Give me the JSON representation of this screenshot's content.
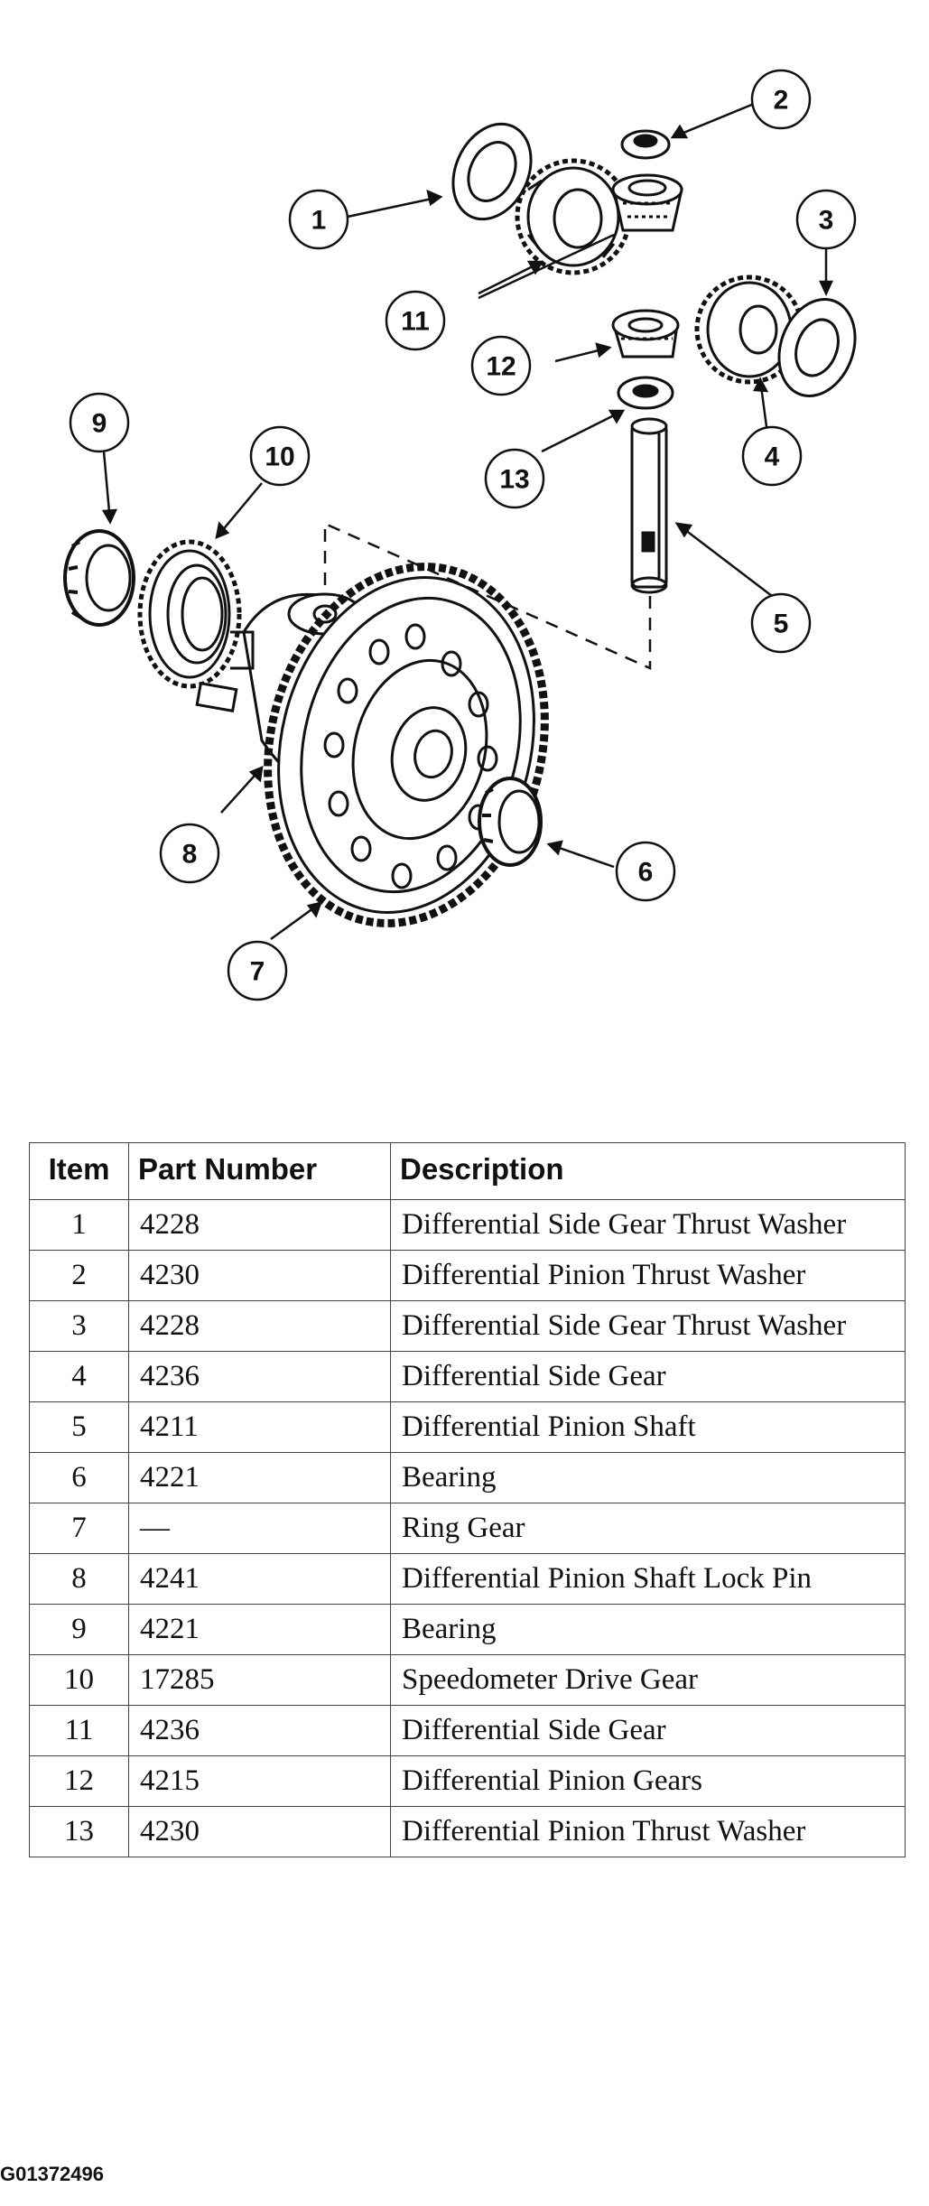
{
  "diagram": {
    "callouts": [
      "1",
      "2",
      "3",
      "4",
      "5",
      "6",
      "7",
      "8",
      "9",
      "10",
      "11",
      "12",
      "13"
    ]
  },
  "table": {
    "headers": {
      "item": "Item",
      "part_number": "Part Number",
      "description": "Description"
    },
    "rows": [
      {
        "item": "1",
        "part_number": "4228",
        "description": "Differential Side Gear Thrust Washer"
      },
      {
        "item": "2",
        "part_number": "4230",
        "description": "Differential Pinion Thrust Washer"
      },
      {
        "item": "3",
        "part_number": "4228",
        "description": "Differential Side Gear Thrust Washer"
      },
      {
        "item": "4",
        "part_number": "4236",
        "description": "Differential Side Gear"
      },
      {
        "item": "5",
        "part_number": "4211",
        "description": "Differential Pinion Shaft"
      },
      {
        "item": "6",
        "part_number": "4221",
        "description": "Bearing"
      },
      {
        "item": "7",
        "part_number": "—",
        "description": "Ring Gear"
      },
      {
        "item": "8",
        "part_number": "4241",
        "description": "Differential Pinion Shaft Lock Pin"
      },
      {
        "item": "9",
        "part_number": "4221",
        "description": "Bearing"
      },
      {
        "item": "10",
        "part_number": "17285",
        "description": "Speedometer Drive Gear"
      },
      {
        "item": "11",
        "part_number": "4236",
        "description": "Differential Side Gear"
      },
      {
        "item": "12",
        "part_number": "4215",
        "description": "Differential Pinion Gears"
      },
      {
        "item": "13",
        "part_number": "4230",
        "description": "Differential Pinion Thrust Washer"
      }
    ]
  },
  "figure_id": "G01372496"
}
